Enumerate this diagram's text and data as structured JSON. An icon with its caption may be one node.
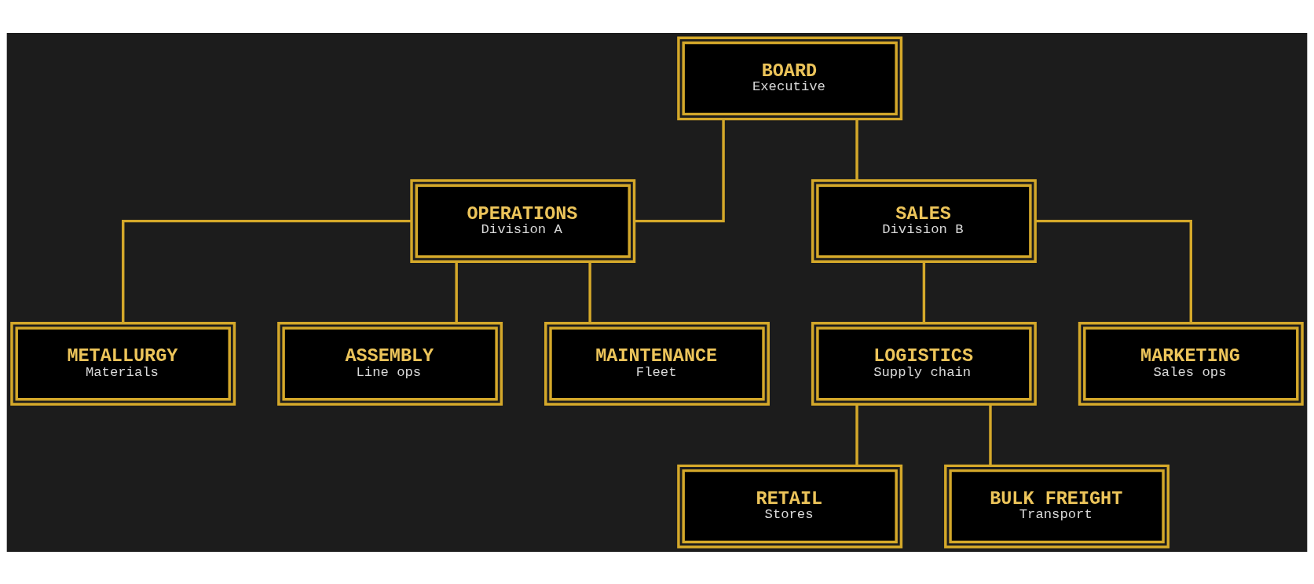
{
  "diagram": {
    "nodes": [
      {
        "text": [
          "BOARD",
          "Executive"
        ]
      },
      {
        "text": [
          "OPERATIONS",
          "Division A"
        ]
      },
      {
        "text": [
          "SALES",
          "Division B"
        ]
      },
      {
        "text": [
          "METALLURGY",
          "Materials"
        ]
      },
      {
        "text": [
          "ASSEMBLY",
          "Line ops"
        ]
      },
      {
        "text": [
          "MAINTENANCE",
          "Fleet"
        ]
      },
      {
        "text": [
          "LOGISTICS",
          "Supply chain"
        ]
      },
      {
        "text": [
          "MARKETING",
          "Sales ops"
        ]
      },
      {
        "text": [
          "RETAIL",
          "Stores"
        ]
      },
      {
        "text": [
          "BULK FREIGHT",
          "Transport"
        ]
      }
    ],
    "edges": [
      {
        "from": 0,
        "to": 1,
        "arrow": "none"
      },
      {
        "from": 0,
        "to": 2,
        "arrow": "none"
      },
      {
        "from": 1,
        "to": 3,
        "arrow": "none"
      },
      {
        "from": 1,
        "to": 4,
        "arrow": "none"
      },
      {
        "from": 1,
        "to": 5,
        "arrow": "none"
      },
      {
        "from": 2,
        "to": 6,
        "arrow": "none"
      },
      {
        "from": 2,
        "to": 7,
        "arrow": "none"
      },
      {
        "from": 6,
        "to": 8,
        "arrow": "none"
      },
      {
        "from": 6,
        "to": 9,
        "arrow": "none"
      }
    ]
  }
}
